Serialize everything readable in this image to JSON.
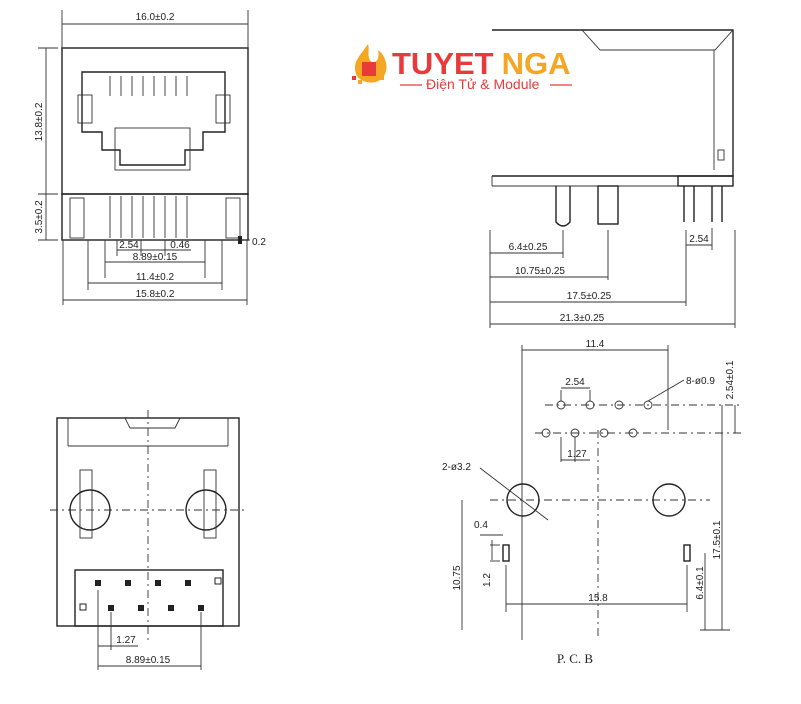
{
  "logo": {
    "name": "TUYETNGA",
    "name_part1": "TUYET",
    "name_part2": "NGA",
    "tagline": "Điện Tử & Module",
    "colors": {
      "primary": "#e83a3a",
      "accent": "#f5a623"
    },
    "icon": "chip-flame-icon"
  },
  "front_view": {
    "overall_width": "16.0±0.2",
    "height": "13.8±0.2",
    "lower_height": "3.5±0.2",
    "pin_pitch": "2.54",
    "pin_width": "0.46",
    "pin_thickness": "0.2",
    "pin_span": "8.89±0.15",
    "shield_span": "11.4±0.2",
    "base_width": "15.8±0.2"
  },
  "side_view": {
    "pin_offset": "6.4±0.25",
    "post_offset": "10.75±0.25",
    "body_depth": "17.5±0.25",
    "overall_depth": "21.3±0.25",
    "pin_pitch": "2.54"
  },
  "bottom_view": {
    "pin_pitch": "1.27",
    "pin_span": "8.89±0.15"
  },
  "pcb_layout": {
    "row_width": "11.4",
    "pin_pitch_x": "2.54",
    "pin_pitch_y": "2.54±0.1",
    "hole_callout": "8-ø0.9",
    "stagger": "1.27",
    "post_callout": "2-ø3.2",
    "slot_width": "0.4",
    "slot_height": "1.2",
    "post_row_offset": "10.75",
    "post_span": "15.8",
    "post_offset": "6.4±0.1",
    "overall": "17.5±0.1",
    "title": "P. C. B"
  }
}
